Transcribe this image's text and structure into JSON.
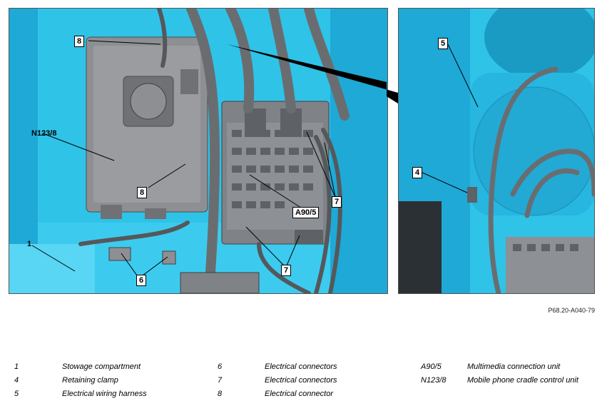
{
  "callouts": {
    "main": {
      "c1": "1",
      "c6": "6",
      "c7a": "7",
      "c7b": "7",
      "c8a": "8",
      "c8b": "8",
      "a905": "A90/5",
      "n1238": "N123/8"
    },
    "detail": {
      "c5": "5",
      "c4": "4"
    }
  },
  "reference_code": "P68.20-A040-79",
  "legend": [
    {
      "num": "1",
      "desc": "Stowage compartment"
    },
    {
      "num": "4",
      "desc": "Retaining clamp"
    },
    {
      "num": "5",
      "desc": "Electrical wiring harness"
    },
    {
      "num": "6",
      "desc": "Electrical connectors"
    },
    {
      "num": "7",
      "desc": "Electrical connectors"
    },
    {
      "num": "8",
      "desc": "Electrical connector"
    },
    {
      "num": "A90/5",
      "desc": "Multimedia connection unit"
    },
    {
      "num": "N123/8",
      "desc": "Mobile phone cradle control unit"
    }
  ],
  "colors": {
    "cyan": "#2fc3e8",
    "cyan_dark": "#1a9bc4",
    "gray_unit": "#8d8f93",
    "gray_dark": "#5c5f63",
    "cable": "#6a6d70"
  }
}
